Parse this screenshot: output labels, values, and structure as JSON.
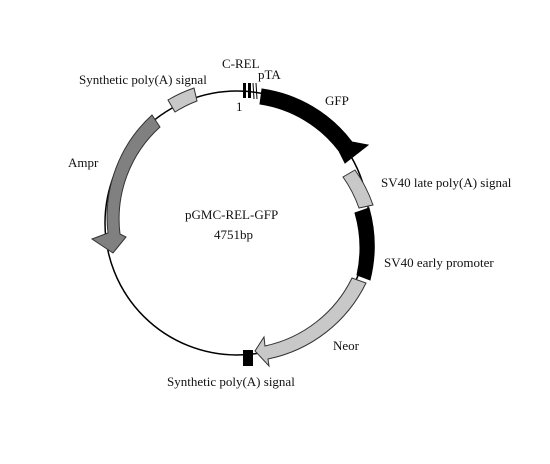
{
  "plasmid": {
    "name": "pGMC-REL-GFP",
    "size": "4751bp",
    "origin_label": "1"
  },
  "features": [
    {
      "id": "c-rel",
      "label": "C-REL"
    },
    {
      "id": "pta",
      "label": "pTA"
    },
    {
      "id": "gfp",
      "label": "GFP"
    },
    {
      "id": "sv40-late-polya",
      "label": "SV40 late poly(A) signal"
    },
    {
      "id": "sv40-early-promoter",
      "label": "SV40 early promoter"
    },
    {
      "id": "neor",
      "label": "Neor"
    },
    {
      "id": "synthetic-polya-bottom",
      "label": "Synthetic poly(A) signal"
    },
    {
      "id": "ampr",
      "label": "Ampr"
    },
    {
      "id": "synthetic-polya-top",
      "label": "Synthetic poly(A) signal"
    }
  ],
  "colors": {
    "backbone": "#000000",
    "gfp": "#000000",
    "sv40_early_promoter": "#000000",
    "sv40_late_polya": "#c8c8c8",
    "neor": "#c8c8c8",
    "synthetic_polya": "#c8c8c8",
    "ampr": "#808080",
    "bottom_polya_marker": "#000000"
  }
}
